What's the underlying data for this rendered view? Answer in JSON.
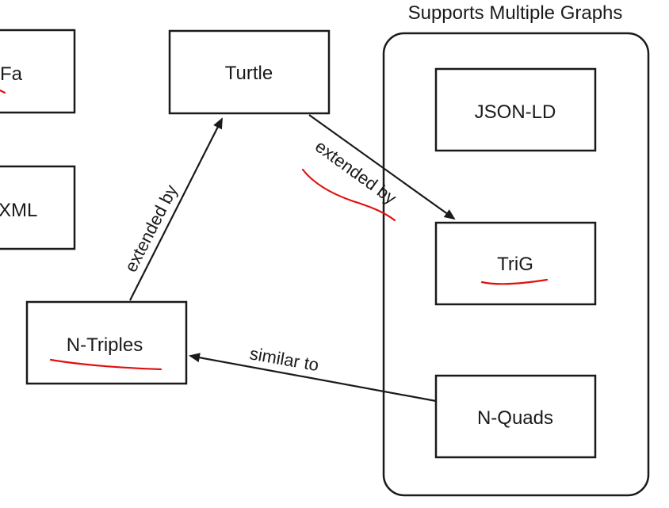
{
  "group": {
    "title": "Supports Multiple Graphs"
  },
  "nodes": {
    "rdfa_partial": "Fa",
    "rdfxml_partial": "XML",
    "turtle": "Turtle",
    "ntriples": "N-Triples",
    "jsonld": "JSON-LD",
    "trig": "TriG",
    "nquads": "N-Quads"
  },
  "edges": {
    "ntriples_to_turtle": "extended by",
    "turtle_to_trig": "extended by",
    "nquads_to_ntriples": "similar to"
  },
  "colors": {
    "stroke": "#1a1a1a",
    "annotation": "#e01010",
    "background": "#ffffff"
  }
}
